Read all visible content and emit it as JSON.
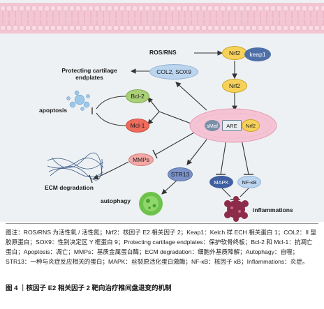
{
  "diagram": {
    "nodes": {
      "ros": "ROS/RNS",
      "nrf2_top": "Nrf2",
      "keap1": "keap1",
      "nrf2_mid": "Nrf2",
      "col2_sox9": "COL2, SOX9",
      "protecting": "Protecting cartilage endplates",
      "bcl2": "Bcl-2",
      "mcl1": "Mcl-1",
      "apoptosis": "apoptosis",
      "smaf": "sMaf",
      "are": "ARE",
      "nrf2_nuc": "Nrf2",
      "mmps": "MMPs",
      "ecm": "ECM degradation",
      "str13": "STR13",
      "autophagy": "autophagy",
      "mapk": "MAPK",
      "nfkb": "NF-κB",
      "inflammations": "inflammations"
    },
    "colors": {
      "background": "#eef1f3",
      "membrane": "#f3c6d3",
      "nrf2": "#f7d25a",
      "keap1": "#4e6fa8",
      "col2": "#bcd5ef",
      "bcl2": "#a9cf77",
      "mcl1": "#ef6b5b",
      "nucleus": "#f5c4d4",
      "mmps": "#f4a9a6",
      "str13": "#7b93c9",
      "mapk": "#3e5fa0",
      "nfkb": "#bcd5ef",
      "autophagy_cell": "#6cc24a",
      "inflammation_cell": "#8d2c4a"
    }
  },
  "caption": {
    "text": "图注：ROS/RNS 为活性氧 / 活性氮；Nrf2：核因子 E2 相关因子 2；Keap1：Kelch 样 ECH 相关蛋白 1；COL2：II 型胶原蛋白；SOX9：性别决定区 Y 框蛋白 9；Protecting cartilage endplates：保护软骨终板；Bcl-2 和 Mcl-1：抗凋亡蛋白；Apoptosis：凋亡；MMPs：基质金属蛋白酶；ECM degradation：细胞外基质降解；Autophagy：自噬；STR13：一种与炎症反应相关的蛋白；MAPK：丝裂原活化蛋白激酶；NF-κB：核因子 κB；Inflammations：炎症。",
    "title": "图 4 ｜核因子 E2 相关因子 2 靶向治疗椎间盘退变的机制"
  }
}
